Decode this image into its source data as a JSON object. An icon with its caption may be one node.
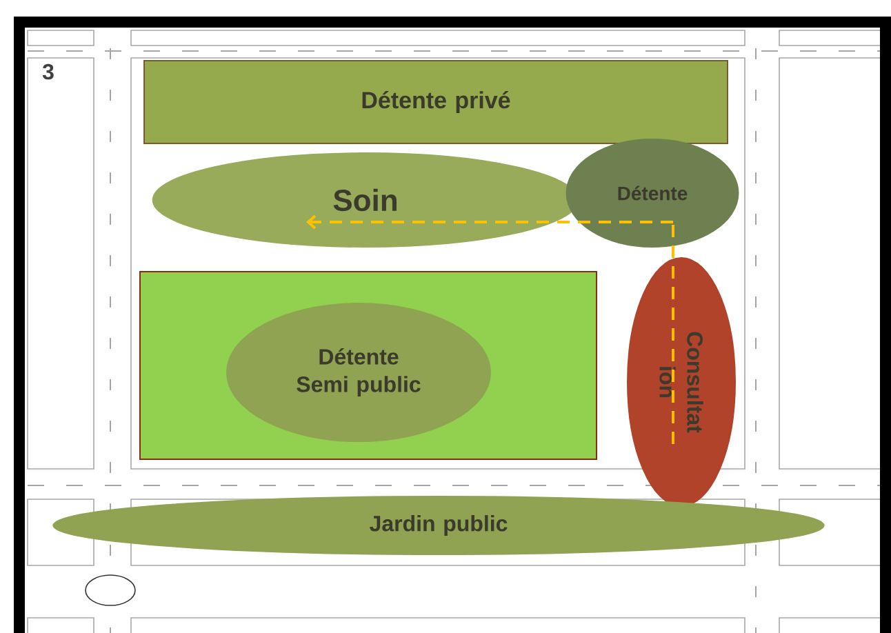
{
  "diagram": {
    "nodes": [
      {
        "text": [
          "Détente privé"
        ]
      },
      {
        "text": [
          "Soin"
        ]
      },
      {
        "text": [
          "Détente"
        ]
      },
      {
        "text": [],
        "shape": "box"
      },
      {
        "text": [
          "Détente Semi public"
        ],
        "in": 3
      },
      {
        "text": [
          "Consultat ion"
        ]
      },
      {
        "text": [
          "Jardin public"
        ]
      }
    ],
    "edges": [
      {
        "from": 5,
        "to": 2,
        "arrow": "none",
        "style": "dashed",
        "color": "#ffc000"
      },
      {
        "from": 2,
        "to": 1,
        "arrow": "to",
        "style": "dashed",
        "color": "#ffc000"
      }
    ],
    "labels": [
      "3"
    ]
  }
}
